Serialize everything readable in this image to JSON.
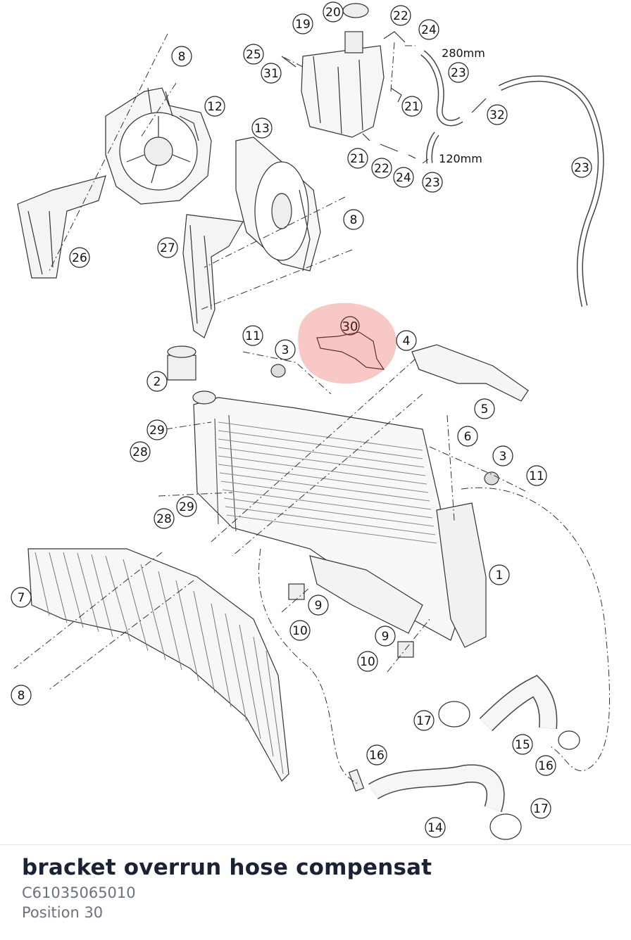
{
  "part": {
    "name": "bracket overrun hose compensat",
    "number": "C61035065010",
    "position": "Position 30"
  },
  "highlight_label": "30",
  "callouts": [
    "20",
    "19",
    "22",
    "24",
    "8",
    "25",
    "31",
    "280mm",
    "23",
    "12",
    "21",
    "32",
    "13",
    "120mm",
    "21",
    "22",
    "24",
    "23",
    "23",
    "8",
    "27",
    "26",
    "11",
    "3",
    "4",
    "2",
    "5",
    "29",
    "6",
    "28",
    "3",
    "11",
    "28",
    "29",
    "1",
    "7",
    "9",
    "10",
    "9",
    "10",
    "8",
    "17",
    "15",
    "16",
    "16",
    "14",
    "17"
  ],
  "dimensions": [
    "280mm",
    "120mm"
  ]
}
